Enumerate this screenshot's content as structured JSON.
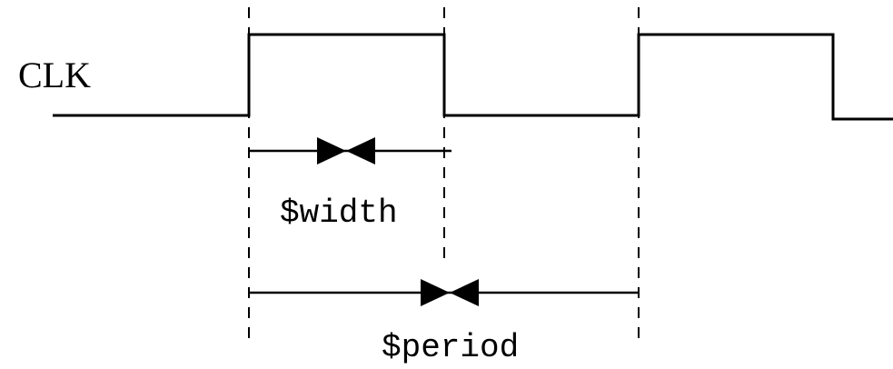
{
  "signal": {
    "name": "CLK"
  },
  "dimensions": {
    "width_label": "$width",
    "period_label": "$period"
  },
  "colors": {
    "stroke": "#000000",
    "background": "#ffffff"
  }
}
